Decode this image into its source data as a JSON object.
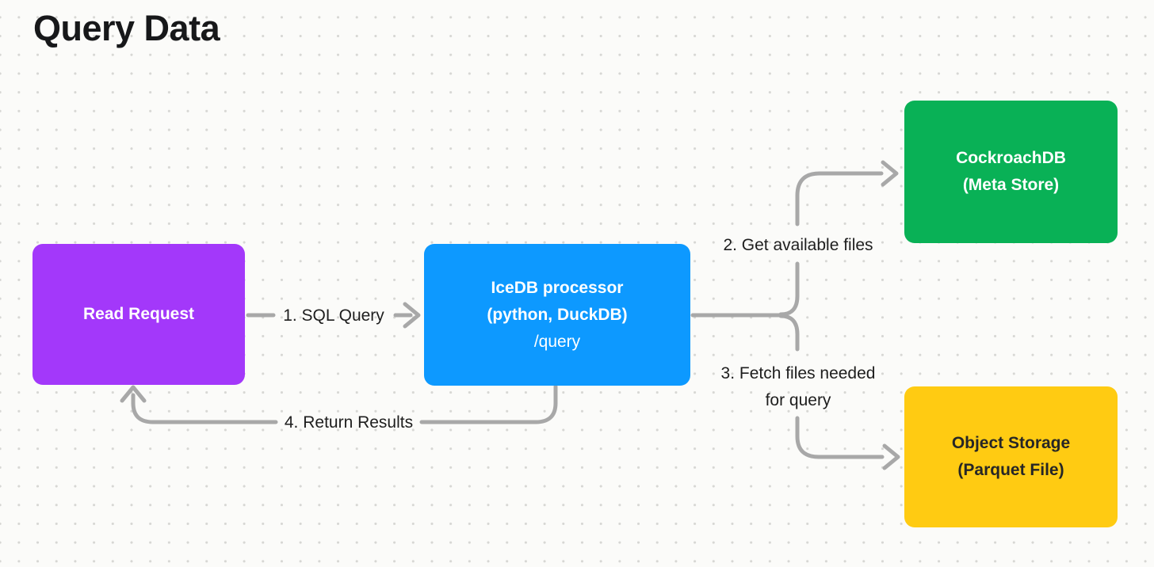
{
  "page": {
    "title": "Query Data",
    "background_color": "#FBFBF9",
    "dot_grid_color": "#D7D7D4",
    "connector_color": "#A8A8A8",
    "label_text_color": "#1E1E1E"
  },
  "nodes": {
    "read_request": {
      "line1": "Read Request",
      "color": "#A338FA",
      "text_color": "#FFFFFF"
    },
    "icedb_processor": {
      "line1": "IceDB processor",
      "line2": "(python, DuckDB)",
      "line3": "/query",
      "color": "#0D99FF",
      "text_color": "#FFFFFF"
    },
    "cockroachdb": {
      "line1": "CockroachDB",
      "line2": "(Meta Store)",
      "color": "#09B156",
      "text_color": "#FFFFFF"
    },
    "object_storage": {
      "line1": "Object Storage",
      "line2": "(Parquet File)",
      "color": "#FFCB12",
      "text_color": "#262626"
    }
  },
  "edges": {
    "sql_query": {
      "label": "1. SQL Query",
      "from": "read_request",
      "to": "icedb_processor"
    },
    "get_available_files": {
      "label": "2. Get available files",
      "from": "icedb_processor",
      "to": "cockroachdb"
    },
    "fetch_files": {
      "label_line1": "3. Fetch files needed",
      "label_line2": "for query",
      "from": "icedb_processor",
      "to": "object_storage"
    },
    "return_results": {
      "label": "4. Return Results",
      "from": "icedb_processor",
      "to": "read_request"
    }
  }
}
